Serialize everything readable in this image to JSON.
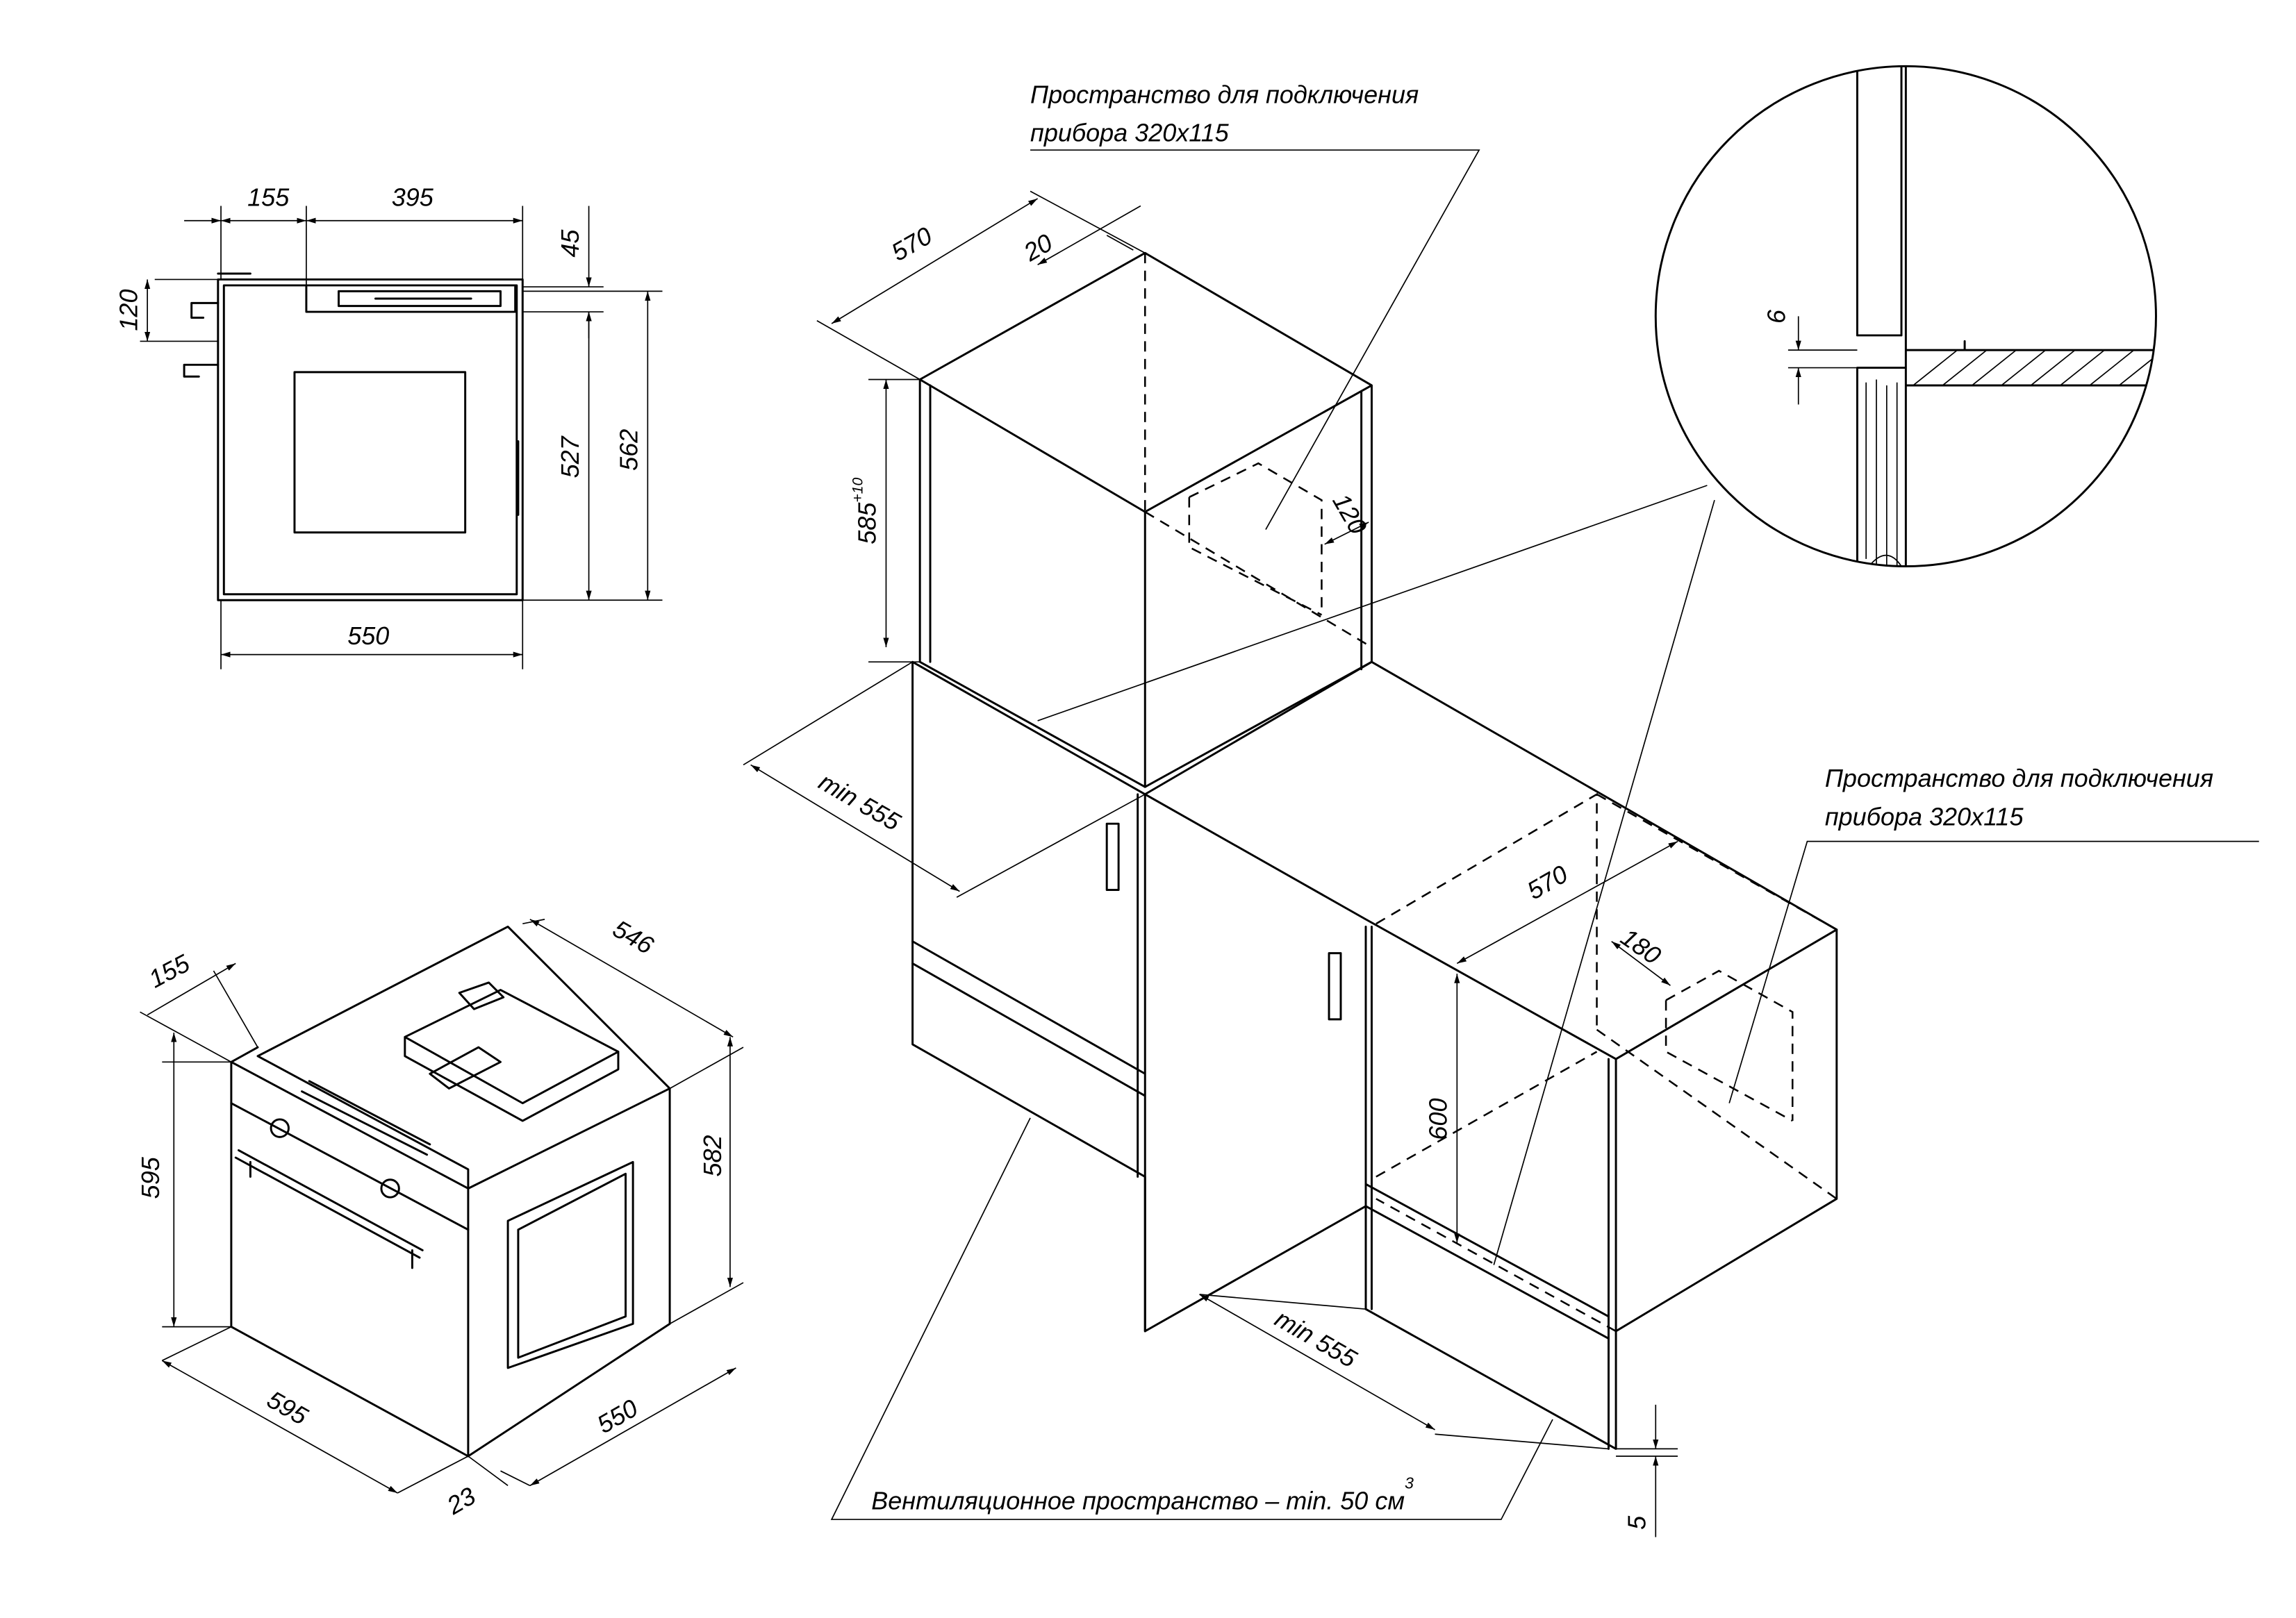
{
  "side_view": {
    "dims": {
      "d155": "155",
      "d395": "395",
      "d45": "45",
      "d120": "120",
      "d527": "527",
      "d562": "562",
      "d550": "550"
    }
  },
  "iso_oven": {
    "dims": {
      "d155": "155",
      "d546": "546",
      "d595_h": "595",
      "d582": "582",
      "d595_w": "595",
      "d550": "550",
      "d23": "23"
    }
  },
  "installation": {
    "dims": {
      "d570_top": "570",
      "d20": "20",
      "d585": "585",
      "d585_tol": "+10",
      "d120": "120",
      "min555_top": "min 555",
      "d570_mid": "570",
      "d180": "180",
      "d600": "600",
      "min555_bottom": "min 555",
      "d5": "5"
    },
    "label_connection_top": {
      "line1": "Пространство для подключения",
      "line2": "прибора 320х115"
    },
    "label_connection_right": {
      "line1": "Пространство для подключения",
      "line2": "прибора 320х115"
    },
    "label_ventilation": {
      "text": "Вентиляционное пространство – min. 50 см",
      "sup": "3"
    }
  },
  "detail_view": {
    "dims": {
      "d6": "6"
    }
  }
}
